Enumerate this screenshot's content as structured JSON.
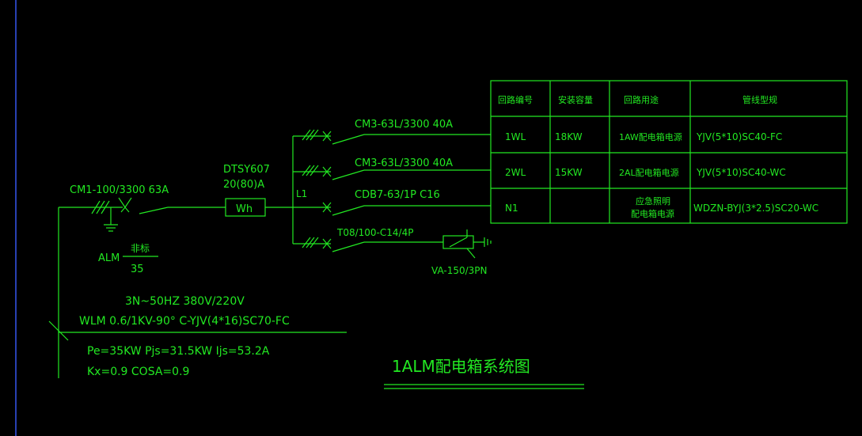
{
  "main_breaker": "CM1-100/3300   63A",
  "meter_model": "DTSY607",
  "meter_rating": "20(80)A",
  "meter_label": "Wh",
  "bus_label": "L1",
  "feeders": [
    "CM3-63L/3300   40A",
    "CM3-63L/3300   40A",
    "CDB7-63/1P   C16",
    "T08/100-C14/4P"
  ],
  "va_label": "VA-150/3PN",
  "alm_tag": {
    "name": "ALM",
    "top": "非标",
    "bottom": "35"
  },
  "supply": {
    "line1": "3N~50HZ     380V/220V",
    "line2": "WLM 0.6/1KV-90° C-YJV(4*16)SC70-FC"
  },
  "calc": {
    "line1": "Pe=35KW  Pjs=31.5KW   Ijs=53.2A",
    "line2": "Kx=0.9  COSA=0.9"
  },
  "table": {
    "headers": [
      "回路编号",
      "安装容量",
      "回路用途",
      "管线型规"
    ],
    "rows": [
      [
        "1WL",
        "18KW",
        "1AW配电箱电源",
        "YJV(5*10)SC40-FC"
      ],
      [
        "2WL",
        "15KW",
        "2AL配电箱电源",
        "YJV(5*10)SC40-WC"
      ],
      [
        "N1",
        "",
        "应急照明|配电箱电源",
        "WDZN-BYJ(3*2.5)SC20-WC"
      ]
    ]
  },
  "drawing_title": "1ALM配电箱系统图",
  "colors": {
    "line": "#22e822",
    "background": "#000000",
    "border": "#3a5cff"
  }
}
